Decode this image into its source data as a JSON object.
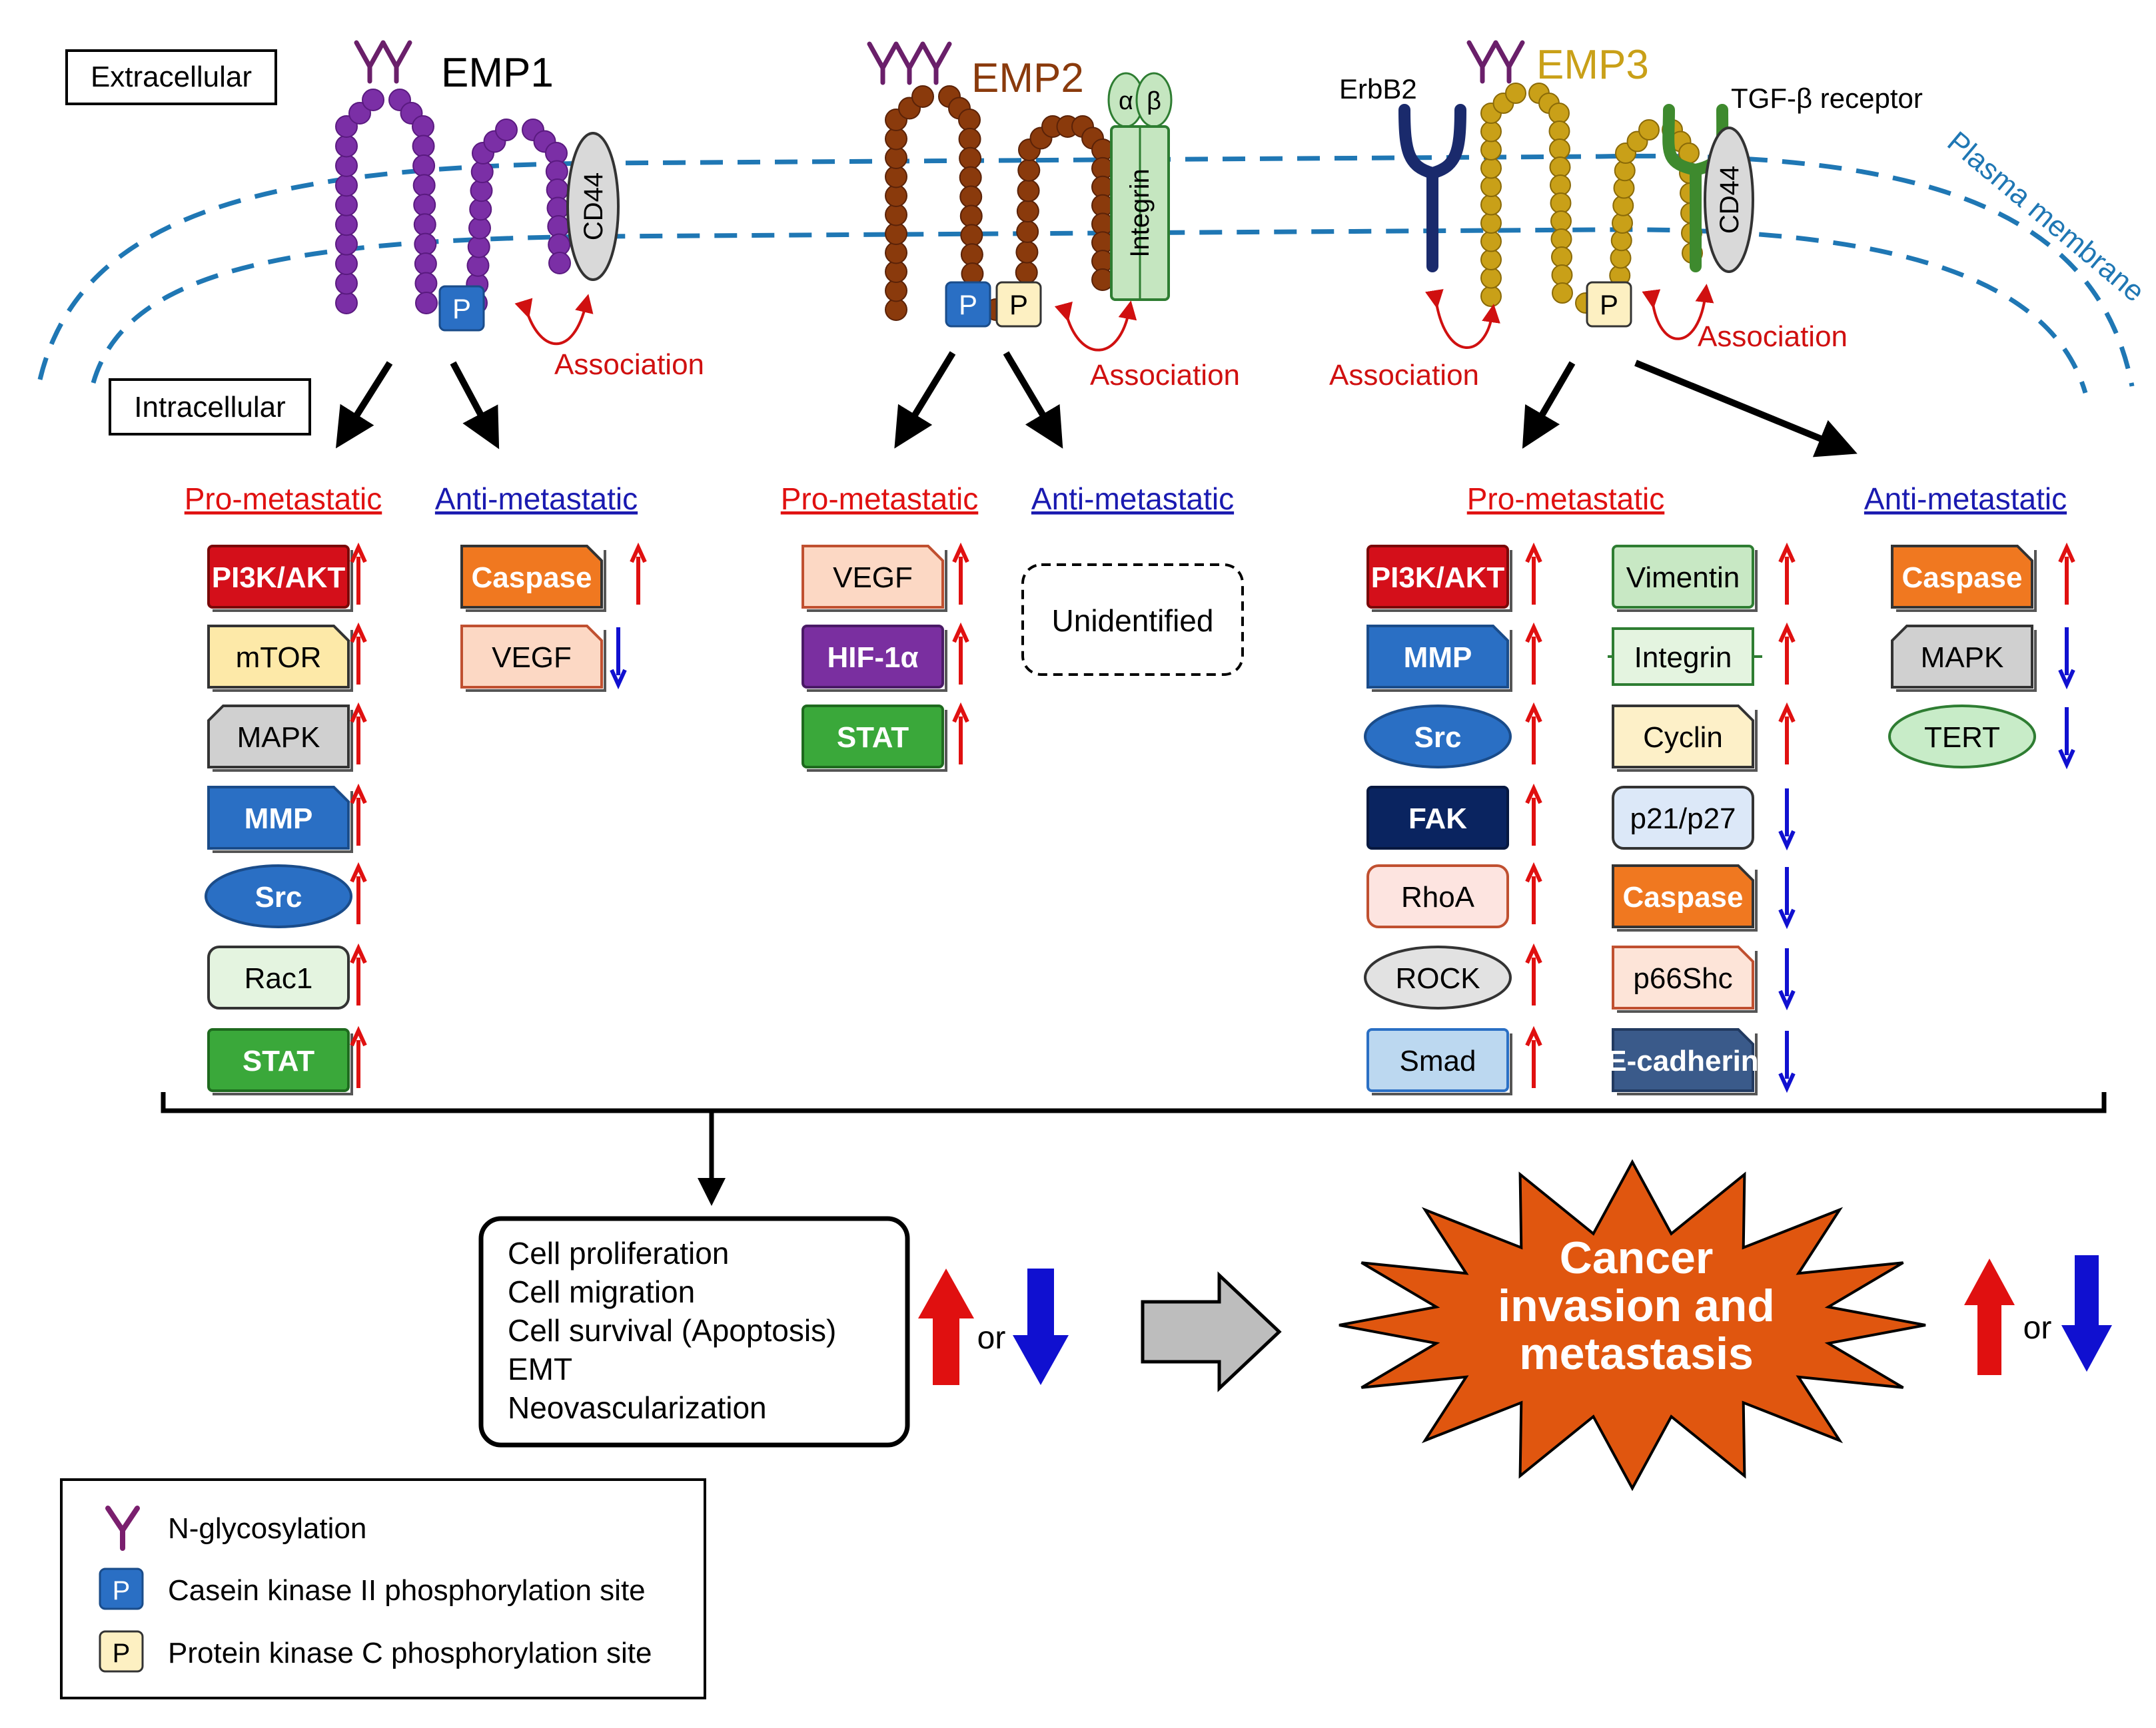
{
  "labels": {
    "extracellular": "Extracellular",
    "intracellular": "Intracellular",
    "plasma_membrane": "Plasma membrane",
    "association": "Association",
    "pro_metastatic": "Pro-metastatic",
    "anti_metastatic": "Anti-metastatic",
    "or": "or"
  },
  "proteins": {
    "emp1": "EMP1",
    "emp2": "EMP2",
    "emp3": "EMP3",
    "cd44": "CD44",
    "integrin": "Integrin",
    "alpha": "α",
    "beta": "β",
    "erbb2": "ErbB2",
    "tgfb_receptor": "TGF-β receptor",
    "p": "P"
  },
  "emp1": {
    "pro": [
      "PI3K/AKT",
      "mTOR",
      "MAPK",
      "MMP",
      "Src",
      "Rac1",
      "STAT"
    ],
    "anti": [
      "Caspase",
      "VEGF"
    ]
  },
  "emp2": {
    "pro": [
      "VEGF",
      "HIF-1α",
      "STAT"
    ],
    "anti_unidentified": "Unidentified"
  },
  "emp3": {
    "pro_col1": [
      "PI3K/AKT",
      "MMP",
      "Src",
      "FAK",
      "RhoA",
      "ROCK",
      "Smad"
    ],
    "pro_col2": [
      "Vimentin",
      "Integrin",
      "Cyclin",
      "p21/p27",
      "Caspase",
      "p66Shc",
      "E-cadherin"
    ],
    "anti": [
      "Caspase",
      "MAPK",
      "TERT"
    ]
  },
  "outcomes": [
    "Cell proliferation",
    "Cell migration",
    "Cell survival (Apoptosis)",
    "EMT",
    "Neovascularization"
  ],
  "cancer": [
    "Cancer",
    "invasion and",
    "metastasis"
  ],
  "legend": {
    "glyco": "N-glycosylation",
    "ck2": "Casein kinase II phosphorylation site",
    "pkc": "Protein kinase C phosphorylation site"
  },
  "colors": {
    "emp1": "#7b2fa6",
    "emp2": "#8a3a0c",
    "emp3": "#c9a018",
    "membrane": "#1f77b4",
    "red": "#e01010",
    "blue": "#1010d0"
  }
}
